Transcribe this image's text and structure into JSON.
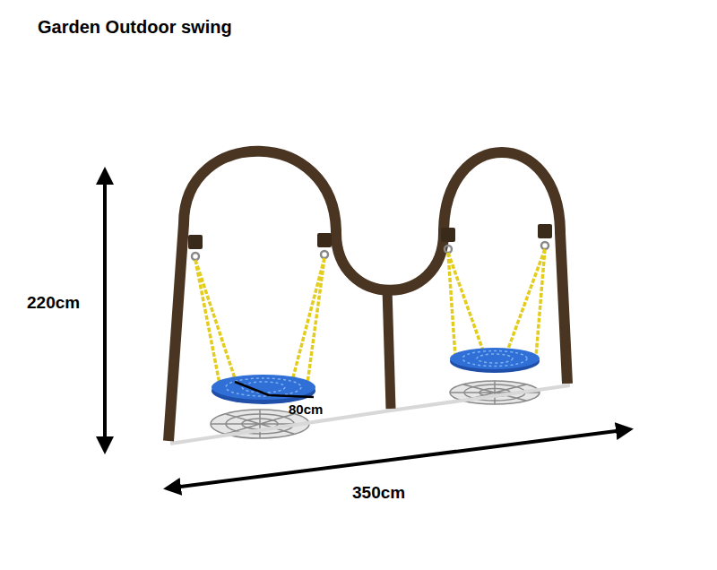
{
  "diagram": {
    "title": "Garden Outdoor swing",
    "labels": [
      "220cm",
      "80cm",
      "350cm"
    ]
  }
}
